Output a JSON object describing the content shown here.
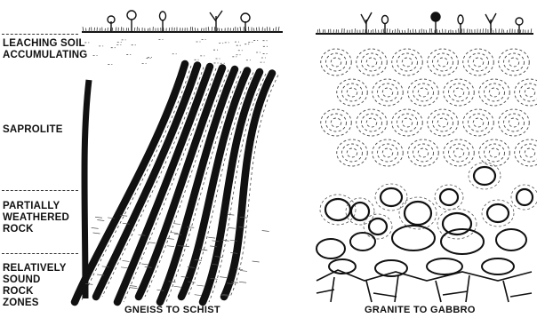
{
  "zones": {
    "leaching": [
      "LEACHING SOIL",
      "ACCUMULATING"
    ],
    "saprolite": [
      "SAPROLITE"
    ],
    "partially": [
      "PARTIALLY",
      "WEATHERED",
      "ROCK"
    ],
    "sound": [
      "RELATIVELY",
      "SOUND",
      "ROCK",
      "ZONES"
    ]
  },
  "panels": {
    "left": "GNEISS TO SCHIST",
    "right": "GRANITE TO GABBRO"
  }
}
